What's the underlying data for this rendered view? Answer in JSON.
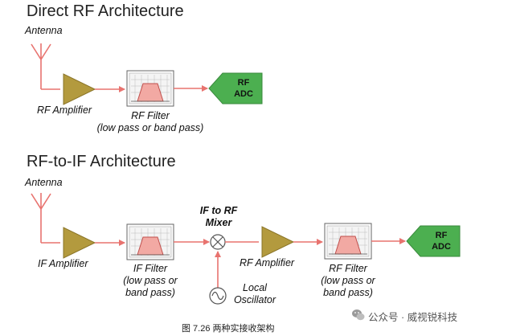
{
  "section1": {
    "title": "Direct RF Architecture",
    "antenna_label": "Antenna",
    "amplifier_label": "RF Amplifier",
    "filter_label_line1": "RF Filter",
    "filter_label_line2": "(low pass or band pass)",
    "adc_line1": "RF",
    "adc_line2": "ADC"
  },
  "section2": {
    "title": "RF-to-IF Architecture",
    "antenna_label": "Antenna",
    "if_amplifier_label": "IF Amplifier",
    "if_filter_line1": "IF Filter",
    "if_filter_line2": "(low pass or",
    "if_filter_line3": "band pass)",
    "mixer_line1": "IF to RF",
    "mixer_line2": "Mixer",
    "oscillator_line1": "Local",
    "oscillator_line2": "Oscillator",
    "rf_amplifier_label": "RF Amplifier",
    "rf_filter_line1": "RF Filter",
    "rf_filter_line2": "(low pass or",
    "rf_filter_line3": "band pass)",
    "adc_line1": "RF",
    "adc_line2": "ADC"
  },
  "caption": "图 7.26 两种实接收架构",
  "watermark": "公众号 · 威视锐科技",
  "colors": {
    "signal_line": "#e8736f",
    "amplifier_fill": "#b39a3e",
    "filter_fill": "#f2a9a3",
    "adc_fill": "#4caf50"
  }
}
